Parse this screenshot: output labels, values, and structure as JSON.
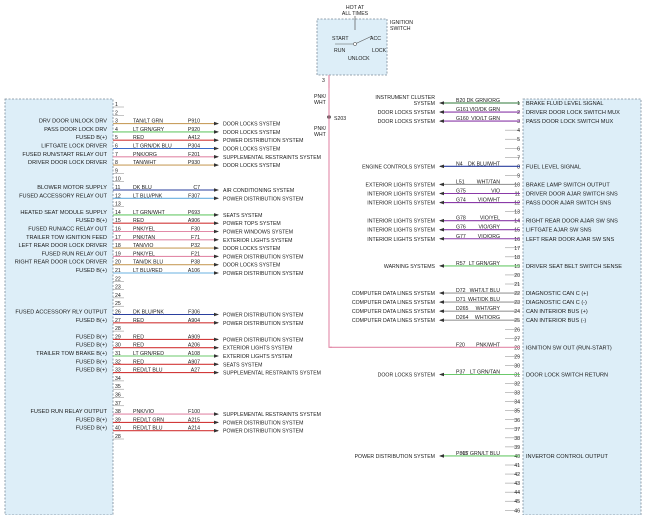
{
  "ignition": {
    "hot_label": "HOT AT\nALL TIMES",
    "title": "IGNITION\nSWITCH",
    "positions": [
      "START",
      "RUN",
      "ACC",
      "LOCK",
      "UNLOCK"
    ],
    "pin": "3",
    "wire_color": "PNK/\nWHT",
    "splice": "S203"
  },
  "left_module": {
    "rows": [
      {
        "pin": "1",
        "label": "",
        "color": "",
        "circuit": "",
        "dest": "",
        "wire": ""
      },
      {
        "pin": "2",
        "label": "",
        "color": "",
        "circuit": "",
        "dest": "",
        "wire": ""
      },
      {
        "pin": "3",
        "label": "DRV DOOR UNLOCK DRV",
        "color": "TAN/LT GRN",
        "circuit": "P910",
        "dest": "DOOR LOCKS SYSTEM",
        "wire": "#c9a060"
      },
      {
        "pin": "4",
        "label": "PASS DOOR LOCK DRV",
        "color": "LT GRN/GRY",
        "circuit": "P920",
        "dest": "DOOR LOCKS SYSTEM",
        "wire": "#6bc96b"
      },
      {
        "pin": "5",
        "label": "FUSED B(+)",
        "color": "RED",
        "circuit": "A412",
        "dest": "POWER DISTRIBUTION SYSTEM",
        "wire": "#d23a3a"
      },
      {
        "pin": "6",
        "label": "LIFTGATE LOCK DRIVER",
        "color": "LT GRN/DK BLU",
        "circuit": "P304",
        "dest": "DOOR LOCKS SYSTEM",
        "wire": "#3a6bc9"
      },
      {
        "pin": "7",
        "label": "FUSED RUN/START RELAY OUT",
        "color": "PNK/ORG",
        "circuit": "F201",
        "dest": "SUPPLEMENTAL RESTRAINTS SYSTEM",
        "wire": "#e28aa8"
      },
      {
        "pin": "8",
        "label": "DRIVER DOOR LOCK DRIVER",
        "color": "TAN/WHT",
        "circuit": "P930",
        "dest": "DOOR LOCKS SYSTEM",
        "wire": "#c9a060"
      },
      {
        "pin": "9",
        "label": "",
        "color": "",
        "circuit": "",
        "dest": "",
        "wire": ""
      },
      {
        "pin": "10",
        "label": "",
        "color": "",
        "circuit": "",
        "dest": "",
        "wire": ""
      },
      {
        "pin": "11",
        "label": "BLOWER MOTOR SUPPLY",
        "color": "DK BLU",
        "circuit": "C7",
        "dest": "AIR CONDITIONING SYSTEM",
        "wire": "#2a3f9e"
      },
      {
        "pin": "12",
        "label": "FUSED ACCESSORY RELAY OUT",
        "color": "LT BLU/PNK",
        "circuit": "F307",
        "dest": "POWER DISTRIBUTION SYSTEM",
        "wire": "#6ab0e0"
      },
      {
        "pin": "13",
        "label": "",
        "color": "",
        "circuit": "",
        "dest": "",
        "wire": ""
      },
      {
        "pin": "14",
        "label": "HEATED SEAT MODULE SUPPLY",
        "color": "LT GRN/WHT",
        "circuit": "P693",
        "dest": "SEATS SYSTEM",
        "wire": "#6bc96b"
      },
      {
        "pin": "15",
        "label": "FUSED B(+)",
        "color": "RED",
        "circuit": "A906",
        "dest": "POWER TOPS SYSTEM",
        "wire": "#d23a3a"
      },
      {
        "pin": "16",
        "label": "FUSED RUN/ACC RELAY OUT",
        "color": "PNK/YEL",
        "circuit": "F30",
        "dest": "POWER WINDOWS SYSTEM",
        "wire": "#e28aa8"
      },
      {
        "pin": "17",
        "label": "TRAILER TOW IGNITION FEED",
        "color": "PNK/TAN",
        "circuit": "F71",
        "dest": "EXTERIOR LIGHTS SYSTEM",
        "wire": "#e28aa8"
      },
      {
        "pin": "18",
        "label": "LEFT REAR DOOR LOCK DRIVER",
        "color": "TAN/VIO",
        "circuit": "P32",
        "dest": "DOOR LOCKS SYSTEM",
        "wire": "#c9a060"
      },
      {
        "pin": "19",
        "label": "FUSED RUN RELAY OUT",
        "color": "PNK/YEL",
        "circuit": "F21",
        "dest": "POWER DISTRIBUTION SYSTEM",
        "wire": "#e28aa8"
      },
      {
        "pin": "20",
        "label": "RIGHT REAR DOOR LOCK DRIVER",
        "color": "TAN/DK BLU",
        "circuit": "P38",
        "dest": "DOOR LOCKS SYSTEM",
        "wire": "#c9a060"
      },
      {
        "pin": "21",
        "label": "FUSED B(+)",
        "color": "LT BLU/RED",
        "circuit": "A106",
        "dest": "POWER DISTRIBUTION SYSTEM",
        "wire": "#6ab0e0"
      },
      {
        "pin": "22",
        "label": "",
        "color": "",
        "circuit": "",
        "dest": "",
        "wire": ""
      },
      {
        "pin": "23",
        "label": "",
        "color": "",
        "circuit": "",
        "dest": "",
        "wire": ""
      },
      {
        "pin": "24",
        "label": "",
        "color": "",
        "circuit": "",
        "dest": "",
        "wire": ""
      },
      {
        "pin": "25",
        "label": "",
        "color": "",
        "circuit": "",
        "dest": "",
        "wire": ""
      },
      {
        "pin": "26",
        "label": "FUSED ACCESSORY RLY OUTPUT",
        "color": "DK BLU/PNK",
        "circuit": "F306",
        "dest": "POWER DISTRIBUTION SYSTEM",
        "wire": "#2a3f9e"
      },
      {
        "pin": "27",
        "label": "FUSED B(+)",
        "color": "RED",
        "circuit": "A904",
        "dest": "POWER DISTRIBUTION SYSTEM",
        "wire": "#d23a3a"
      },
      {
        "pin": "28",
        "label": "",
        "color": "",
        "circuit": "",
        "dest": "",
        "wire": ""
      },
      {
        "pin": "29",
        "label": "FUSED B(+)",
        "color": "RED",
        "circuit": "A909",
        "dest": "POWER DISTRIBUTION SYSTEM",
        "wire": "#d23a3a"
      },
      {
        "pin": "30",
        "label": "FUSED B(+)",
        "color": "RED",
        "circuit": "A206",
        "dest": "EXTERIOR LIGHTS SYSTEM",
        "wire": "#d23a3a"
      },
      {
        "pin": "31",
        "label": "TRAILER TOW BRAKE B(+)",
        "color": "LT GRN/RED",
        "circuit": "A108",
        "dest": "EXTERIOR LIGHTS SYSTEM",
        "wire": "#6bc96b"
      },
      {
        "pin": "32",
        "label": "FUSED B(+)",
        "color": "RED",
        "circuit": "A907",
        "dest": "SEATS SYSTEM",
        "wire": "#d23a3a"
      },
      {
        "pin": "33",
        "label": "FUSED B(+)",
        "color": "RED/LT BLU",
        "circuit": "A27",
        "dest": "SUPPLEMENTAL RESTRAINTS SYSTEM",
        "wire": "#d23a3a"
      },
      {
        "pin": "34",
        "label": "",
        "color": "",
        "circuit": "",
        "dest": "",
        "wire": ""
      },
      {
        "pin": "35",
        "label": "",
        "color": "",
        "circuit": "",
        "dest": "",
        "wire": ""
      },
      {
        "pin": "36",
        "label": "",
        "color": "",
        "circuit": "",
        "dest": "",
        "wire": ""
      },
      {
        "pin": "37",
        "label": "",
        "color": "",
        "circuit": "",
        "dest": "",
        "wire": ""
      },
      {
        "pin": "38",
        "label": "FUSED RUN RELAY OUTPUT",
        "color": "PNK/VIO",
        "circuit": "F100",
        "dest": "SUPPLEMENTAL RESTRAINTS SYSTEM",
        "wire": "#e28aa8"
      },
      {
        "pin": "39",
        "label": "FUSED B(+)",
        "color": "RED/LT GRN",
        "circuit": "A215",
        "dest": "POWER DISTRIBUTION SYSTEM",
        "wire": "#d23a3a"
      },
      {
        "pin": "40",
        "label": "FUSED B(+)",
        "color": "RED/LT BLU",
        "circuit": "A214",
        "dest": "POWER DISTRIBUTION SYSTEM",
        "wire": "#d23a3a"
      },
      {
        "pin": "28",
        "label": "",
        "color": "",
        "circuit": "",
        "dest": "",
        "wire": ""
      }
    ]
  },
  "right_module": {
    "rows": [
      {
        "pin": "1",
        "label": "BRAKE FLUID LEVEL SIGNAL",
        "circuit": "B20",
        "color": "DK GRN/ORG",
        "src": "INSTRUMENT CLUSTER\nSYSTEM",
        "wire": "#2f7a3a"
      },
      {
        "pin": "2",
        "label": "DRIVER DOOR LOCK SWITCH MUX",
        "circuit": "G161",
        "color": "VIO/DK GRN",
        "src": "DOOR LOCKS SYSTEM",
        "wire": "#8a3aa8"
      },
      {
        "pin": "3",
        "label": "PASS DOOR LOCK SWITCH MUX",
        "circuit": "G160",
        "color": "VIO/LT GRN",
        "src": "DOOR LOCKS SYSTEM",
        "wire": "#8a3aa8"
      },
      {
        "pin": "4",
        "label": "",
        "circuit": "",
        "color": "",
        "src": "",
        "wire": ""
      },
      {
        "pin": "5",
        "label": "",
        "circuit": "",
        "color": "",
        "src": "",
        "wire": ""
      },
      {
        "pin": "6",
        "label": "",
        "circuit": "",
        "color": "",
        "src": "",
        "wire": ""
      },
      {
        "pin": "7",
        "label": "",
        "circuit": "",
        "color": "",
        "src": "",
        "wire": ""
      },
      {
        "pin": "8",
        "label": "FUEL LEVEL SIGNAL",
        "circuit": "N4",
        "color": "DK BLU/WHT",
        "src": "ENGINE CONTROLS SYSTEM",
        "wire": "#2a3f9e"
      },
      {
        "pin": "9",
        "label": "",
        "circuit": "",
        "color": "",
        "src": "",
        "wire": ""
      },
      {
        "pin": "10",
        "label": "BRAKE LAMP SWITCH OUTPUT",
        "circuit": "L51",
        "color": "WHT/TAN",
        "src": "EXTERIOR LIGHTS SYSTEM",
        "wire": "#9a9a9a"
      },
      {
        "pin": "11",
        "label": "DRIVER DOOR AJAR SWITCH SNS",
        "circuit": "G75",
        "color": "VIO",
        "src": "INTERIOR LIGHTS SYSTEM",
        "wire": "#8a3aa8"
      },
      {
        "pin": "12",
        "label": "PASS DOOR AJAR SWITCH SNS",
        "circuit": "G74",
        "color": "VIO/WHT",
        "src": "INTERIOR LIGHTS SYSTEM",
        "wire": "#8a3aa8"
      },
      {
        "pin": "13",
        "label": "",
        "circuit": "",
        "color": "",
        "src": "",
        "wire": ""
      },
      {
        "pin": "14",
        "label": "RIGHT REAR DOOR AJAR SW SNS",
        "circuit": "G78",
        "color": "VIO/YEL",
        "src": "INTERIOR LIGHTS SYSTEM",
        "wire": "#8a3aa8"
      },
      {
        "pin": "15",
        "label": "LIFTGATE AJAR SW SNS",
        "circuit": "G76",
        "color": "VIO/GRY",
        "src": "INTERIOR LIGHTS SYSTEM",
        "wire": "#8a3aa8"
      },
      {
        "pin": "16",
        "label": "LEFT REAR DOOR AJAR SW SNS",
        "circuit": "G77",
        "color": "VIO/ORG",
        "src": "INTERIOR LIGHTS SYSTEM",
        "wire": "#8a3aa8"
      },
      {
        "pin": "17",
        "label": "",
        "circuit": "",
        "color": "",
        "src": "",
        "wire": ""
      },
      {
        "pin": "18",
        "label": "",
        "circuit": "",
        "color": "",
        "src": "",
        "wire": ""
      },
      {
        "pin": "19",
        "label": "DRIVER SEAT BELT SWITCH SENSE",
        "circuit": "R57",
        "color": "LT GRN/GRY",
        "src": "WARNING SYSTEMS",
        "wire": "#6bc96b"
      },
      {
        "pin": "20",
        "label": "",
        "circuit": "",
        "color": "",
        "src": "",
        "wire": ""
      },
      {
        "pin": "21",
        "label": "",
        "circuit": "",
        "color": "",
        "src": "",
        "wire": ""
      },
      {
        "pin": "22",
        "label": "DIAGNOSTIC CAN C (+)",
        "circuit": "D72",
        "color": "WHT/LT BLU",
        "src": "COMPUTER DATA LINES SYSTEM",
        "wire": "#9a9a9a"
      },
      {
        "pin": "23",
        "label": "DIAGNOSTIC CAN C (-)",
        "circuit": "D71",
        "color": "WHT/DK BLU",
        "src": "COMPUTER DATA LINES SYSTEM",
        "wire": "#9a9a9a"
      },
      {
        "pin": "24",
        "label": "CAN INTERIOR BUS (+)",
        "circuit": "D265",
        "color": "WHT/GRY",
        "src": "COMPUTER DATA LINES SYSTEM",
        "wire": "#9a9a9a"
      },
      {
        "pin": "25",
        "label": "CAN INTERIOR BUS (-)",
        "circuit": "D264",
        "color": "WHT/ORG",
        "src": "COMPUTER DATA LINES SYSTEM",
        "wire": "#9a9a9a"
      },
      {
        "pin": "26",
        "label": "",
        "circuit": "",
        "color": "",
        "src": "",
        "wire": ""
      },
      {
        "pin": "27",
        "label": "",
        "circuit": "",
        "color": "",
        "src": "",
        "wire": ""
      },
      {
        "pin": "28",
        "label": "IGNITION SW OUT (RUN-START)",
        "circuit": "F20",
        "color": "PNK/WHT",
        "src": "",
        "wire": "#e28aa8"
      },
      {
        "pin": "29",
        "label": "",
        "circuit": "",
        "color": "",
        "src": "",
        "wire": ""
      },
      {
        "pin": "30",
        "label": "",
        "circuit": "",
        "color": "",
        "src": "",
        "wire": ""
      },
      {
        "pin": "31",
        "label": "DOOR LOCK SWITCH RETURN",
        "circuit": "P37",
        "color": "LT GRN/TAN",
        "src": "DOOR LOCKS SYSTEM",
        "wire": "#6bc96b"
      },
      {
        "pin": "32",
        "label": "",
        "circuit": "",
        "color": "",
        "src": "",
        "wire": ""
      },
      {
        "pin": "33",
        "label": "",
        "circuit": "",
        "color": "",
        "src": "",
        "wire": ""
      },
      {
        "pin": "34",
        "label": "",
        "circuit": "",
        "color": "",
        "src": "",
        "wire": ""
      },
      {
        "pin": "35",
        "label": "",
        "circuit": "",
        "color": "",
        "src": "",
        "wire": ""
      },
      {
        "pin": "36",
        "label": "",
        "circuit": "",
        "color": "",
        "src": "",
        "wire": ""
      },
      {
        "pin": "37",
        "label": "",
        "circuit": "",
        "color": "",
        "src": "",
        "wire": ""
      },
      {
        "pin": "38",
        "label": "",
        "circuit": "",
        "color": "",
        "src": "",
        "wire": ""
      },
      {
        "pin": "39",
        "label": "",
        "circuit": "",
        "color": "",
        "src": "",
        "wire": ""
      },
      {
        "pin": "40",
        "label": "INVERTOR CONTROL OUTPUT",
        "circuit": "P805",
        "color": "LT GRN/LT BLU",
        "src": "POWER DISTRIBUTION SYSTEM",
        "wire": "#6bc96b"
      },
      {
        "pin": "41",
        "label": "",
        "circuit": "",
        "color": "",
        "src": "",
        "wire": ""
      },
      {
        "pin": "42",
        "label": "",
        "circuit": "",
        "color": "",
        "src": "",
        "wire": ""
      },
      {
        "pin": "43",
        "label": "",
        "circuit": "",
        "color": "",
        "src": "",
        "wire": ""
      },
      {
        "pin": "44",
        "label": "",
        "circuit": "",
        "color": "",
        "src": "",
        "wire": ""
      },
      {
        "pin": "45",
        "label": "",
        "circuit": "",
        "color": "",
        "src": "",
        "wire": ""
      },
      {
        "pin": "46",
        "label": "",
        "circuit": "",
        "color": "",
        "src": "",
        "wire": ""
      }
    ]
  },
  "colors": {
    "module_fill": "#ddeef8",
    "module_border": "#7a8a99",
    "ignition_fill": "#ddeef8",
    "ign_feed_wire": "#e28aa8",
    "wire_default": "#555555"
  }
}
